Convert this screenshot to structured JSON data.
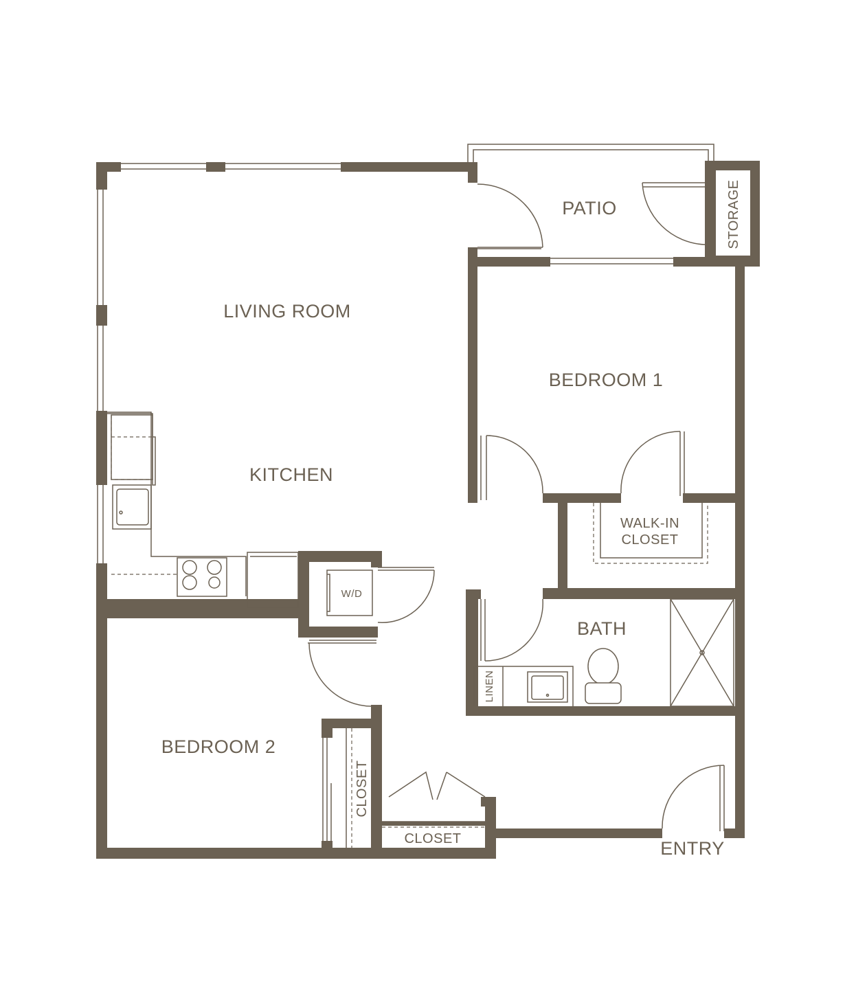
{
  "plan": {
    "colors": {
      "wall": "#6b6153",
      "background": "#ffffff"
    },
    "rooms": {
      "patio": "PATIO",
      "storage": "STORAGE",
      "living_room": "LIVING ROOM",
      "bedroom_1": "BEDROOM 1",
      "kitchen": "KITCHEN",
      "walk_in_closet_line1": "WALK-IN",
      "walk_in_closet_line2": "CLOSET",
      "washer_dryer": "W/D",
      "bath": "BATH",
      "linen": "LINEN",
      "bedroom_2": "BEDROOM 2",
      "bedroom_2_closet": "CLOSET",
      "hall_closet": "CLOSET",
      "entry": "ENTRY"
    },
    "icons": [
      "door-swing-icon",
      "window-icon",
      "toilet-icon",
      "sink-icon",
      "stove-icon",
      "shower-icon",
      "refrigerator-icon",
      "washer-dryer-icon"
    ]
  }
}
